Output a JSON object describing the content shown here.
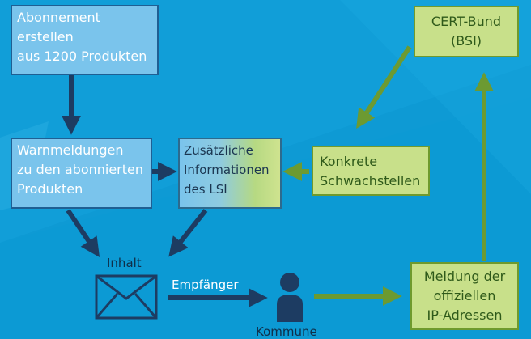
{
  "colors": {
    "background": "#0f9fd8",
    "blue_box": "#7ac4ec",
    "green_box": "#c8e08a",
    "dark_arrow": "#1d3c62",
    "green_arrow": "#6c9a32"
  },
  "boxes": {
    "abonnement": {
      "lines": [
        "Abonnement",
        "erstellen",
        "aus 1200 Produkten"
      ]
    },
    "warnmeldungen": {
      "lines": [
        "Warnmeldungen",
        "zu den abonnierten",
        "Produkten"
      ]
    },
    "zusaetzliche": {
      "lines": [
        "Zusätzliche",
        "Informationen",
        "des LSI"
      ]
    },
    "konkrete": {
      "lines": [
        "Konkrete",
        "Schwachstellen"
      ]
    },
    "cert": {
      "lines": [
        "CERT-Bund",
        "(BSI)"
      ]
    },
    "meldung": {
      "lines": [
        "Meldung der",
        "offiziellen",
        "IP-Adressen"
      ]
    }
  },
  "labels": {
    "inhalt": "Inhalt",
    "empfaenger": "Empfänger",
    "kommune": "Kommune"
  },
  "icons": {
    "mail": "envelope-icon",
    "person": "person-icon"
  }
}
